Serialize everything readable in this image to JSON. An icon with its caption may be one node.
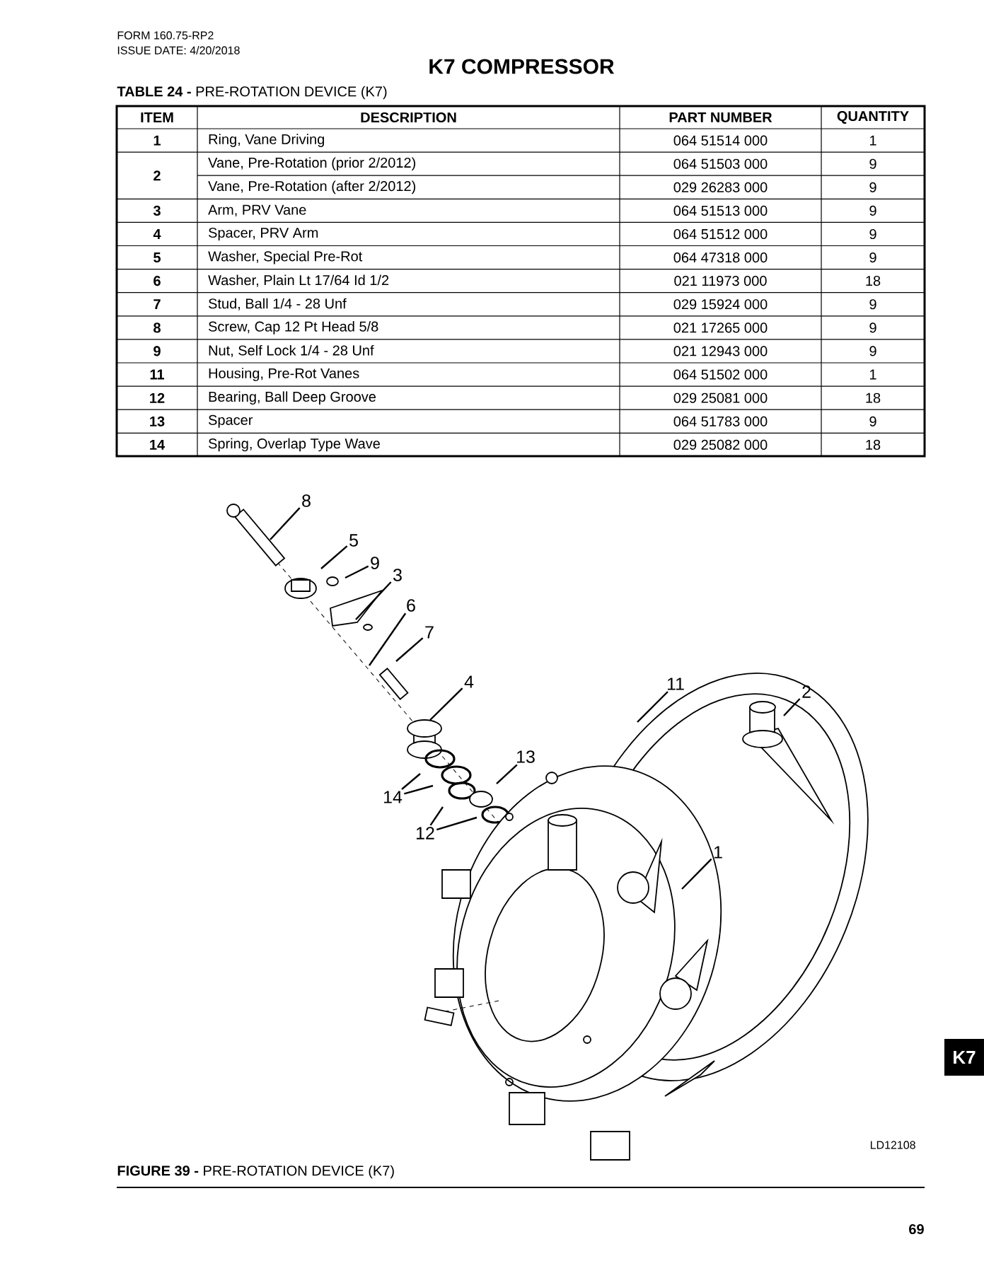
{
  "diagram": {
    "title": "K7 COMPRESSOR",
    "caption": "**FIGURE 39 -** PRE-ROTATION DEVICE (K7)",
    "nodes": [
      {
        "text": [
          "8"
        ]
      },
      {
        "text": [
          "5"
        ]
      },
      {
        "text": [
          "9"
        ]
      },
      {
        "text": [
          "3"
        ]
      },
      {
        "text": [
          "6"
        ]
      },
      {
        "text": [
          "7"
        ]
      },
      {
        "text": [
          "4"
        ]
      },
      {
        "text": [
          "11"
        ]
      },
      {
        "text": [
          "2"
        ]
      },
      {
        "text": [
          "13"
        ]
      },
      {
        "text": [
          "14"
        ]
      },
      {
        "text": [
          "12"
        ]
      },
      {
        "text": [
          "1"
        ]
      }
    ],
    "edges": [
      {
        "from": 0,
        "to": null,
        "arrow": "none"
      },
      {
        "from": 1,
        "to": null,
        "arrow": "none"
      },
      {
        "from": 2,
        "to": null,
        "arrow": "none"
      },
      {
        "from": 3,
        "to": null,
        "arrow": "none"
      },
      {
        "from": 4,
        "to": null,
        "arrow": "none"
      },
      {
        "from": 5,
        "to": null,
        "arrow": "none"
      },
      {
        "from": 6,
        "to": null,
        "arrow": "none"
      },
      {
        "from": 7,
        "to": null,
        "arrow": "none"
      },
      {
        "from": 8,
        "to": null,
        "arrow": "none"
      },
      {
        "from": 9,
        "to": null,
        "arrow": "none"
      },
      {
        "from": 10,
        "to": null,
        "arrow": "none"
      },
      {
        "from": 10,
        "to": null,
        "arrow": "none"
      },
      {
        "from": 11,
        "to": null,
        "arrow": "none"
      },
      {
        "from": 11,
        "to": null,
        "arrow": "none"
      },
      {
        "from": 12,
        "to": null,
        "arrow": "none"
      }
    ],
    "labels": [
      "FORM 160.75-RP2",
      "ISSUE DATE: 4/20/2018",
      "**TABLE 24 -** PRE-ROTATION DEVICE (K7)",
      "ITEM",
      "DESCRIPTION",
      "PART NUMBER",
      "QUANTITY",
      "1",
      "Ring, Vane Driving",
      "064 51514 000",
      "1",
      "2",
      "Vane, Pre-Rotation (prior 2/2012)",
      "064 51503 000",
      "9",
      "Vane, Pre-Rotation (after 2/2012)",
      "029 26283 000",
      "9",
      "3",
      "Arm, PRV Vane",
      "064 51513 000",
      "9",
      "4",
      "Spacer, PRV Arm",
      "064 51512 000",
      "9",
      "5",
      "Washer, Special Pre-Rot",
      "064 47318 000",
      "9",
      "6",
      "Washer, Plain Lt 17/64 Id 1/2",
      "021 11973 000",
      "18",
      "7",
      "Stud, Ball 1/4 - 28 Unf",
      "029 15924 000",
      "9",
      "8",
      "Screw, Cap 12 Pt Head 5/8",
      "021 17265 000",
      "9",
      "9",
      "Nut, Self Lock 1/4 - 28 Unf",
      "021 12943 000",
      "9",
      "11",
      "Housing, Pre-Rot Vanes",
      "064 51502 000",
      "1",
      "12",
      "Bearing, Ball Deep Groove",
      "029 25081 000",
      "18",
      "13",
      "Spacer",
      "064 51783 000",
      "9",
      "14",
      "Spring, Overlap Type Wave",
      "029 25082 000",
      "18",
      "LD12108",
      "69",
      "K7"
    ]
  }
}
